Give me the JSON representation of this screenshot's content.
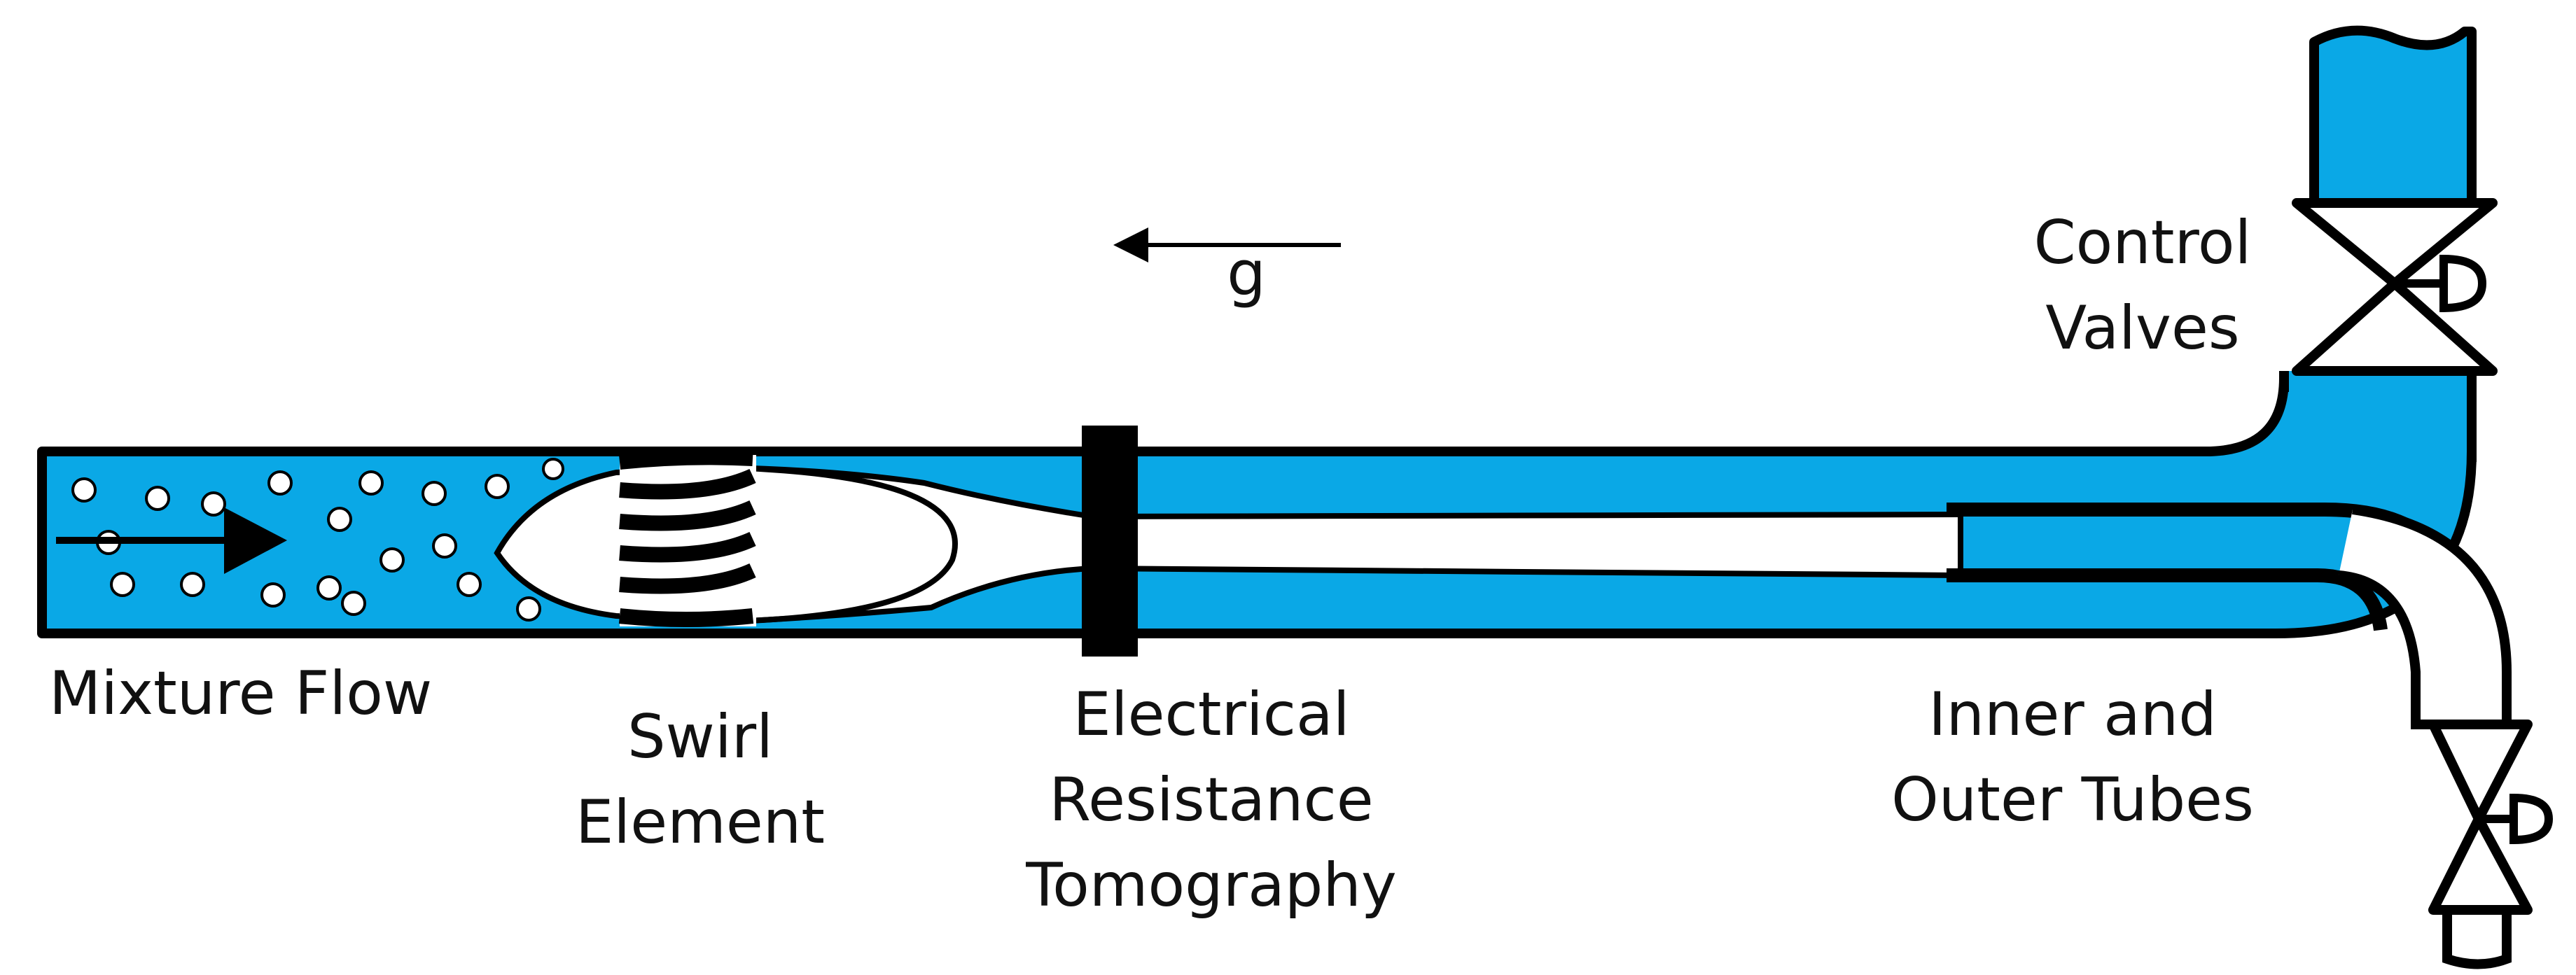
{
  "labels": {
    "mixture_flow": "Mixture Flow",
    "swirl_element": [
      "Swirl",
      "Element"
    ],
    "ert": [
      "Electrical",
      "Resistance",
      "Tomography"
    ],
    "tubes": [
      "Inner and",
      "Outer Tubes"
    ],
    "valves": [
      "Control",
      "Valves"
    ],
    "gravity": "g"
  },
  "colors": {
    "fluid": "#0aa8e6",
    "outline": "#000000",
    "core": "#ffffff"
  },
  "icons": {
    "flow_direction": "arrow-right-icon",
    "gravity_direction": "arrow-left-icon",
    "valve": "valve-icon"
  }
}
